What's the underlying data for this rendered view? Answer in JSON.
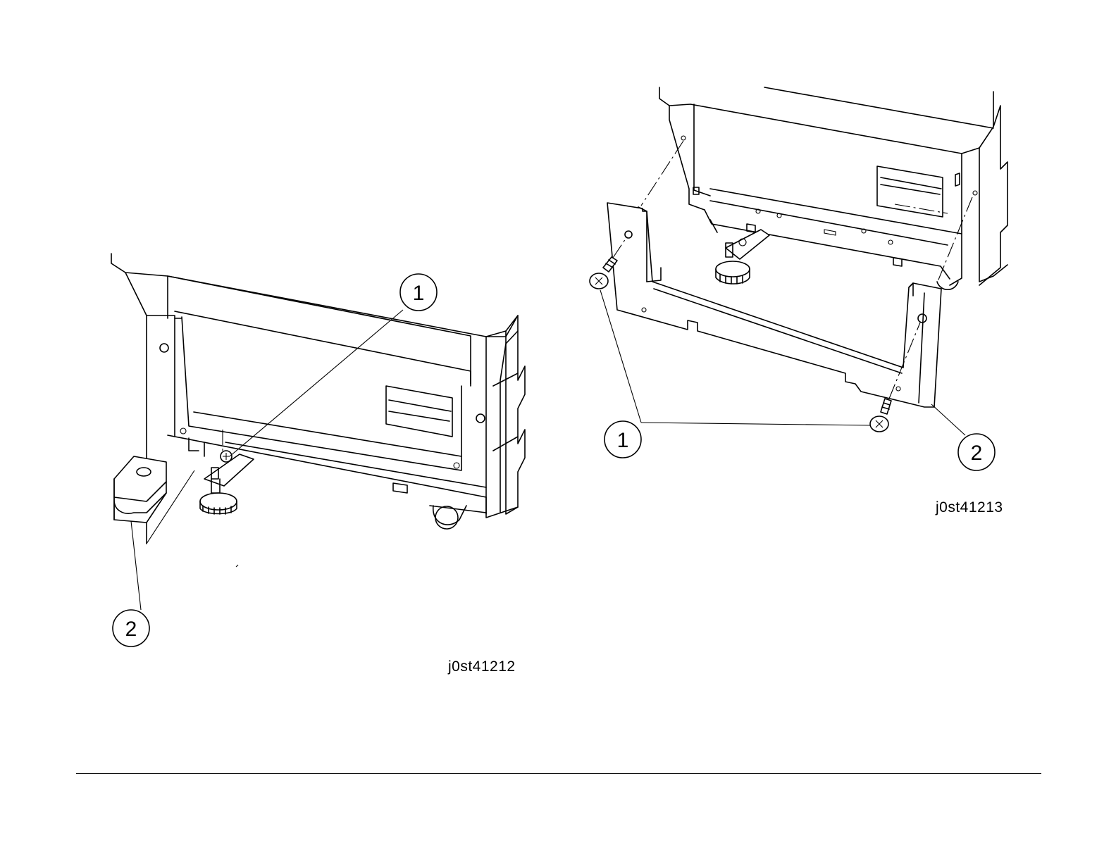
{
  "figures": [
    {
      "id_caption": "j0st41212",
      "callouts": [
        {
          "label": "1"
        },
        {
          "label": "2"
        }
      ]
    },
    {
      "id_caption": "j0st41213",
      "callouts": [
        {
          "label": "1"
        },
        {
          "label": "2"
        }
      ]
    }
  ],
  "colors": {
    "line": "#000000",
    "background": "#ffffff"
  }
}
